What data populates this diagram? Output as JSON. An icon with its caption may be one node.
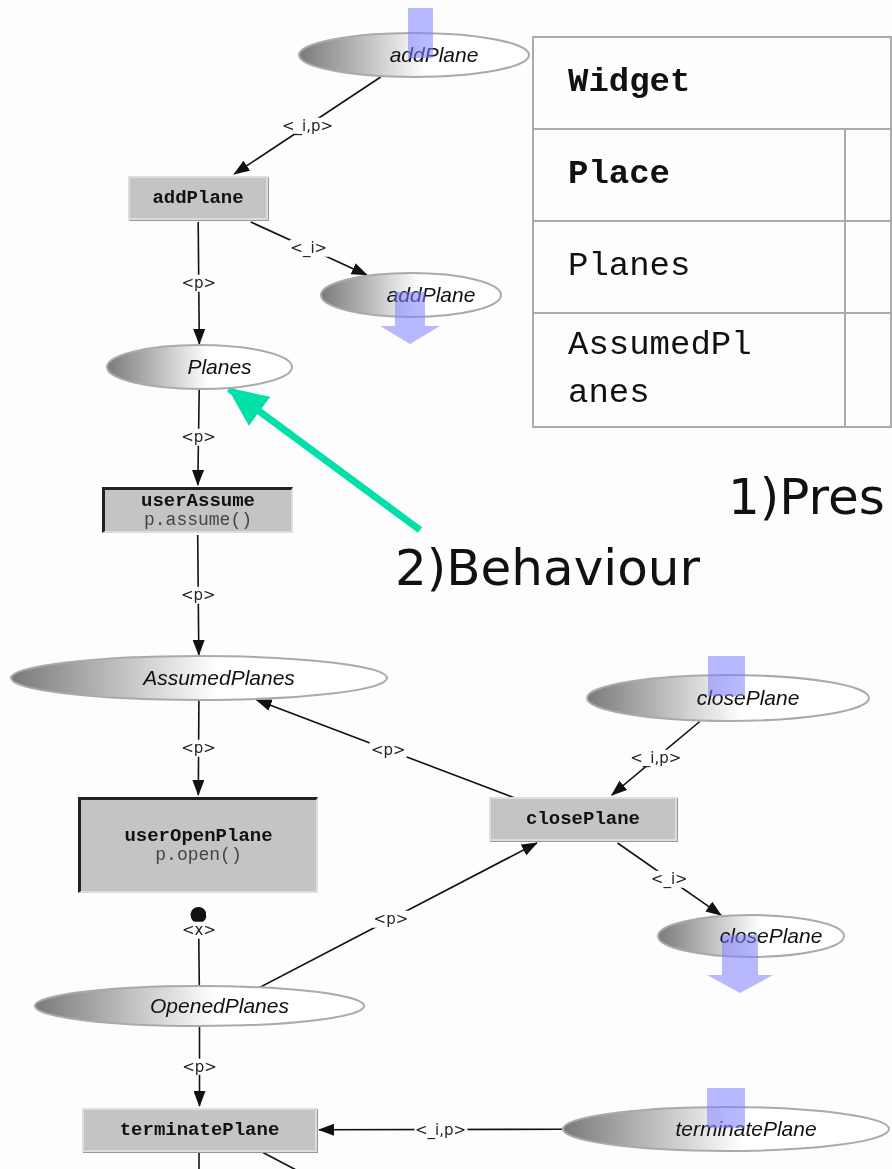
{
  "diagram": {
    "nodes": [
      {
        "text": [
          "addPlane"
        ]
      },
      {
        "text": [
          "addPlane"
        ]
      },
      {
        "text": [
          "addPlane"
        ]
      },
      {
        "text": [
          "Planes"
        ]
      },
      {
        "text": [
          "userAssume",
          "p.assume()"
        ]
      },
      {
        "text": [
          "AssumedPlanes"
        ]
      },
      {
        "text": [
          "userOpenPlane",
          "p.open()"
        ]
      },
      {
        "text": [
          "closePlane"
        ]
      },
      {
        "text": [
          "closePlane"
        ]
      },
      {
        "text": [
          "closePlane"
        ]
      },
      {
        "text": [
          "OpenedPlanes"
        ]
      },
      {
        "text": [
          "terminatePlane"
        ]
      },
      {
        "text": [
          "terminatePlane"
        ]
      },
      {
        "text": [
          "2)Behaviour"
        ]
      }
    ],
    "edges": [
      {
        "from": 0,
        "to": 1,
        "arrow": "to",
        "label": "<_i,p>"
      },
      {
        "from": 1,
        "to": 2,
        "arrow": "to",
        "label": "<_i>"
      },
      {
        "from": 1,
        "to": 3,
        "arrow": "to",
        "label": "<p>"
      },
      {
        "from": 3,
        "to": 4,
        "arrow": "to",
        "label": "<p>"
      },
      {
        "from": 4,
        "to": 5,
        "arrow": "to",
        "label": "<p>"
      },
      {
        "from": 5,
        "to": 6,
        "arrow": "to",
        "label": "<p>"
      },
      {
        "from": 8,
        "to": 5,
        "arrow": "to",
        "label": "<p>"
      },
      {
        "from": 7,
        "to": 8,
        "arrow": "to",
        "label": "<_i,p>"
      },
      {
        "from": 8,
        "to": 9,
        "arrow": "to",
        "label": "<_i>"
      },
      {
        "from": 10,
        "to": 6,
        "arrow": "other",
        "label": "<x>"
      },
      {
        "from": 10,
        "to": 8,
        "arrow": "to",
        "label": "<p>"
      },
      {
        "from": 10,
        "to": 11,
        "arrow": "to",
        "label": "<p>"
      },
      {
        "from": 12,
        "to": 11,
        "arrow": "to",
        "label": "<_i,p>"
      },
      {
        "from": 11,
        "to": null,
        "arrow": "none"
      },
      {
        "from": 11,
        "to": null,
        "arrow": "none"
      },
      {
        "from": 13,
        "to": 3,
        "arrow": "to",
        "style": "thick",
        "color": "#00e0a8"
      }
    ],
    "labels": [
      "Widget",
      "Place",
      "Planes",
      "AssumedPlanes",
      "1)Pres"
    ]
  }
}
